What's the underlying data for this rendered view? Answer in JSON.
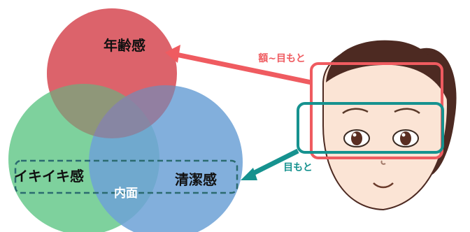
{
  "venn": {
    "top_label": "年齢感",
    "left_label": "イキイキ感",
    "right_label": "清潔感",
    "center_label": "内面"
  },
  "arrows": {
    "upper_label": "額~目もと",
    "lower_label": "目もと"
  },
  "colors": {
    "top_circle": "#f2656b",
    "left_circle": "#6ccb8f",
    "right_circle": "#6da2d6",
    "upper_arrow": "#ef5b60",
    "lower_arrow": "#16928f",
    "skin": "#fbe4d5",
    "hair": "#4d2a22"
  }
}
